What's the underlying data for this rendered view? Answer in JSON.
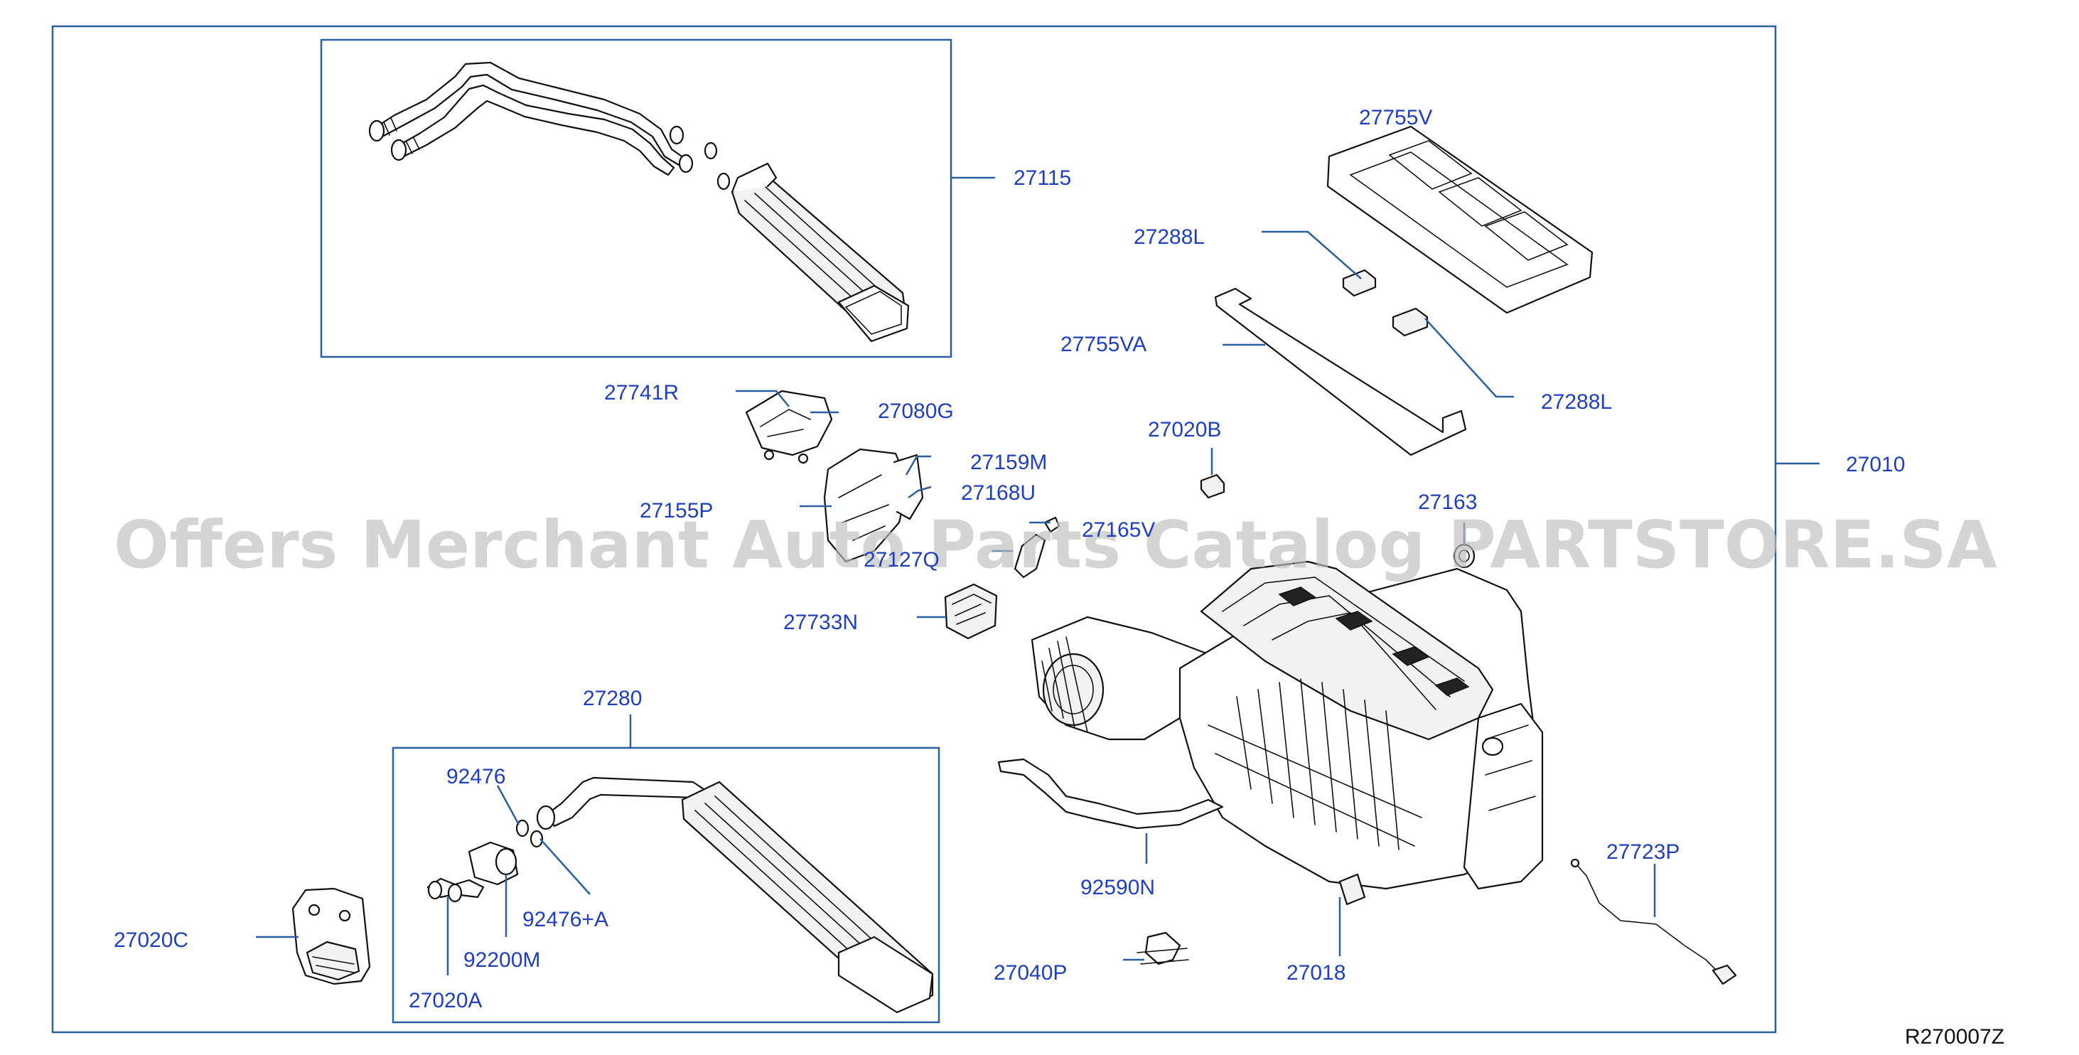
{
  "labels": {
    "p27115": "27115",
    "p27755V": "27755V",
    "p27288L_a": "27288L",
    "p27755VA": "27755VA",
    "p27288L_b": "27288L",
    "p27741R": "27741R",
    "p27080G": "27080G",
    "p27020B": "27020B",
    "p27010": "27010",
    "p27159M": "27159M",
    "p27168U": "27168U",
    "p27155P": "27155P",
    "p27163": "27163",
    "p27165V": "27165V",
    "p27127Q": "27127Q",
    "p27733N": "27733N",
    "p27280": "27280",
    "p92476": "92476",
    "p92476A": "92476+A",
    "p92200M": "92200M",
    "p27020A": "27020A",
    "p27020C": "27020C",
    "p92590N": "92590N",
    "p27040P": "27040P",
    "p27018": "27018",
    "p27723P": "27723P"
  },
  "watermark": "Offers Merchant Auto Parts Catalog PARTSTORE.SA",
  "reference_code": "R270007Z",
  "colors": {
    "label": "#1f3fbf",
    "leader": "#2a5fa0",
    "watermark": "#bdbdbd"
  }
}
